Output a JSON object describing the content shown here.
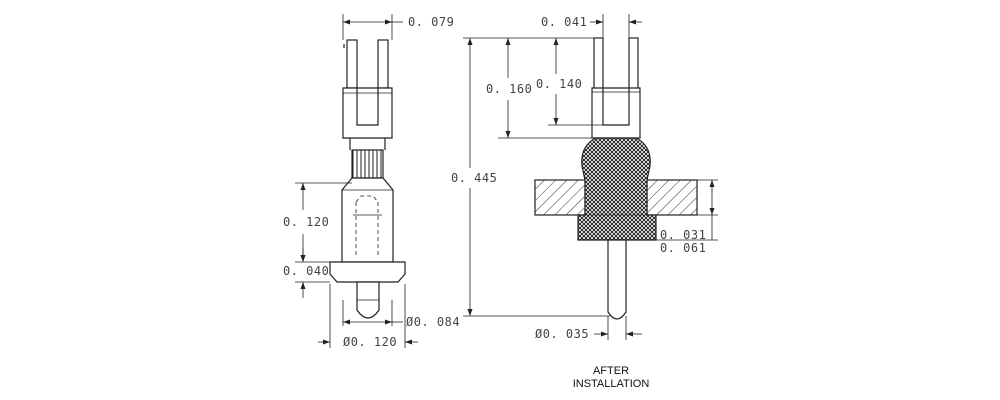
{
  "left_view": {
    "dim_top_width": "0. 079",
    "dim_length_upper": "0. 120",
    "dim_flange_height": "0. 040",
    "dim_tip_dia": "Ø0. 084",
    "dim_flange_dia": "Ø0. 120"
  },
  "right_view": {
    "dim_slot_width": "0. 041",
    "dim_fork_length_outer": "0. 160",
    "dim_fork_length_inner": "0. 140",
    "dim_overall_length": "0. 445",
    "dim_board_min": "0. 031",
    "dim_board_max": "0. 061",
    "dim_pin_dia": "Ø0. 035"
  },
  "caption": {
    "line1": "AFTER",
    "line2": "INSTALLATION"
  }
}
